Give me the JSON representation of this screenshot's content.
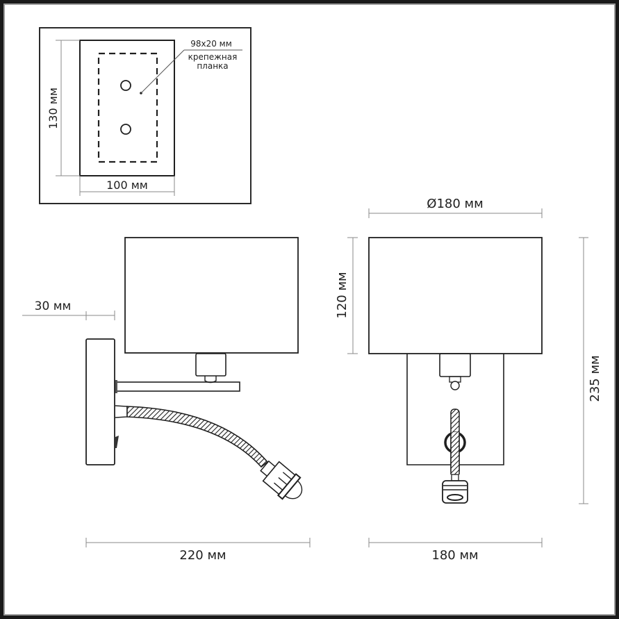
{
  "mounting_plate_view": {
    "height_label": "130 мм",
    "width_label": "100 мм",
    "bracket_size_label": "98x20 мм",
    "bracket_name_line1": "крепежная",
    "bracket_name_line2": "планка"
  },
  "side_view": {
    "wall_offset_label": "30 мм",
    "total_depth_label": "220 мм"
  },
  "front_view": {
    "shade_diameter_label": "Ø180 мм",
    "shade_height_label": "120 мм",
    "total_height_label": "235 мм",
    "total_width_label": "180 мм"
  },
  "colors": {
    "line": "#1f1f1f",
    "dimension_line": "#8a8a8a",
    "frame": "#1a1a1a"
  }
}
